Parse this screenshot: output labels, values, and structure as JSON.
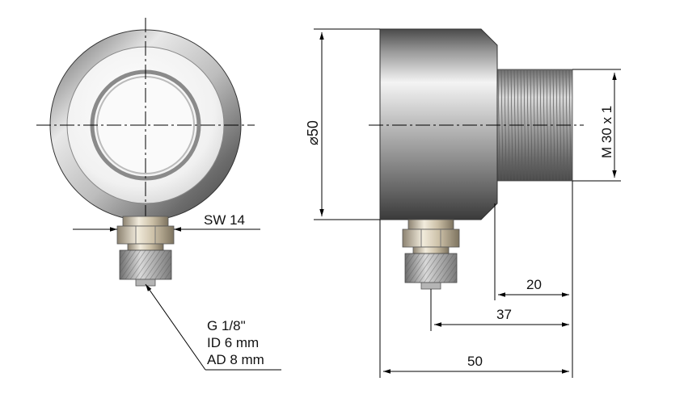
{
  "front_view": {
    "wrench_label": "SW 14",
    "fitting_lines": [
      "G 1/8\"",
      "ID  6 mm",
      "AD 8 mm"
    ]
  },
  "side_view": {
    "diameter_symbol": "⌀",
    "diameter_value": "50",
    "thread_label": "M 30 x 1",
    "dim_thread_length": "20",
    "dim_fitting_offset": "37",
    "dim_total_length": "50"
  }
}
